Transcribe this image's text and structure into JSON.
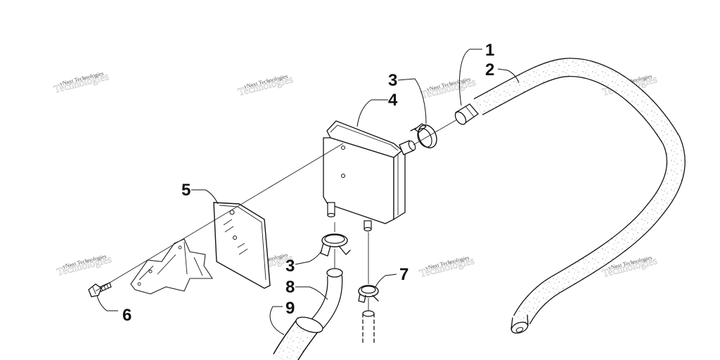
{
  "callouts": {
    "c1": "1",
    "c2": "2",
    "c3a": "3",
    "c3b": "3",
    "c4": "4",
    "c5": "5",
    "c6": "6",
    "c7": "7",
    "c8": "8",
    "c9": "9"
  },
  "watermark": {
    "text": "vNext Technologies"
  }
}
